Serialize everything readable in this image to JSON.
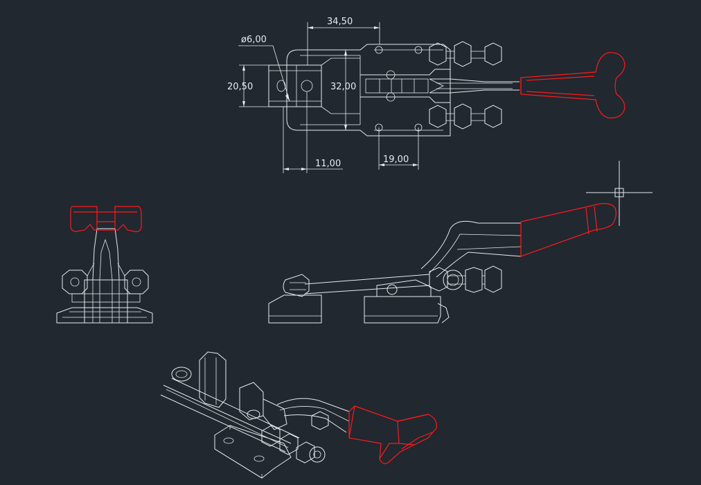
{
  "colors": {
    "background": "#212830",
    "geometry": "#e8ecef",
    "highlight": "#ff1a1a"
  },
  "dimensions": {
    "d1": "34,50",
    "d2": "ø6,00",
    "d3": "20,50",
    "d4": "32,00",
    "d5": "11,00",
    "d6": "19,00"
  }
}
